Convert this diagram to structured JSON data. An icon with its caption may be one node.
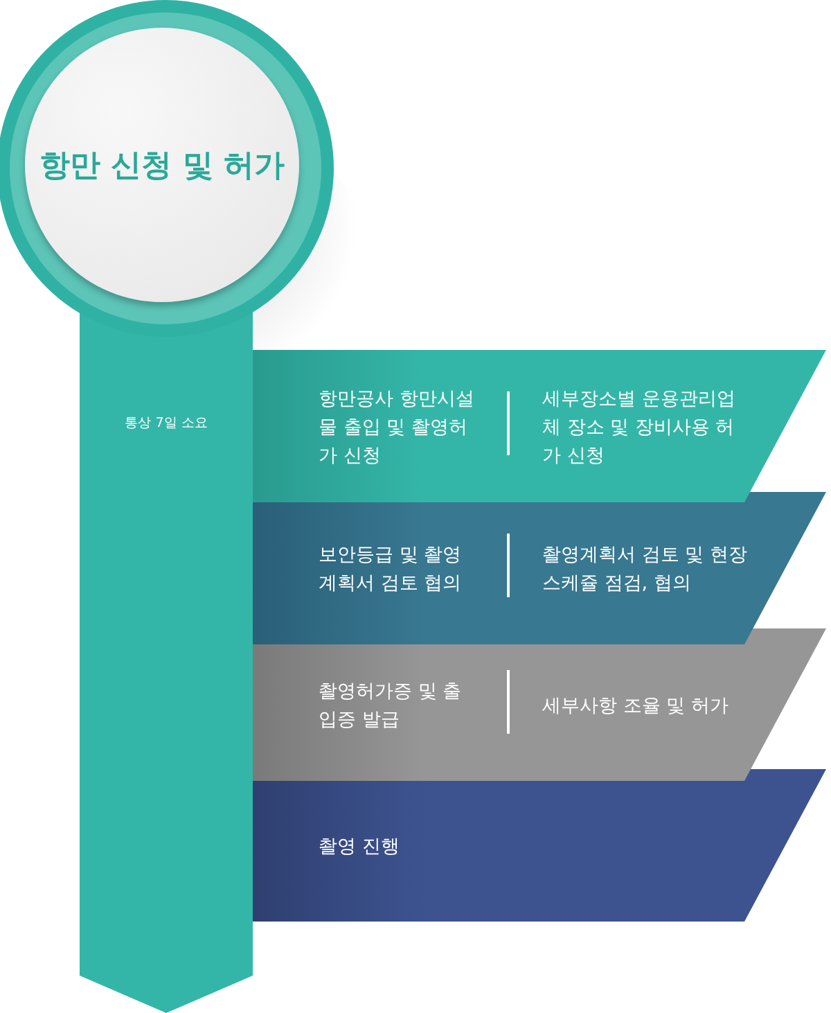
{
  "diagram": {
    "nodes": [
      {
        "text": [
          "항만 신청 및 허가"
        ]
      },
      {
        "text": [
          "통상 7일 소요"
        ]
      },
      {
        "text": [
          "항만공사 항만시설물 출입 및 촬영허가 신청",
          "세부장소별 운용관리업체 장소 및 장비사용 허가 신청"
        ]
      },
      {
        "text": [
          "보안등급 및 촬영계획서 검토 협의",
          "촬영계획서 검토 및 현장 스케쥴 점검, 협의"
        ]
      },
      {
        "text": [
          "촬영허가증 및 출입증 발급",
          "세부사항 조율 및 허가"
        ]
      },
      {
        "text": [
          "촬영 진행"
        ]
      }
    ]
  }
}
